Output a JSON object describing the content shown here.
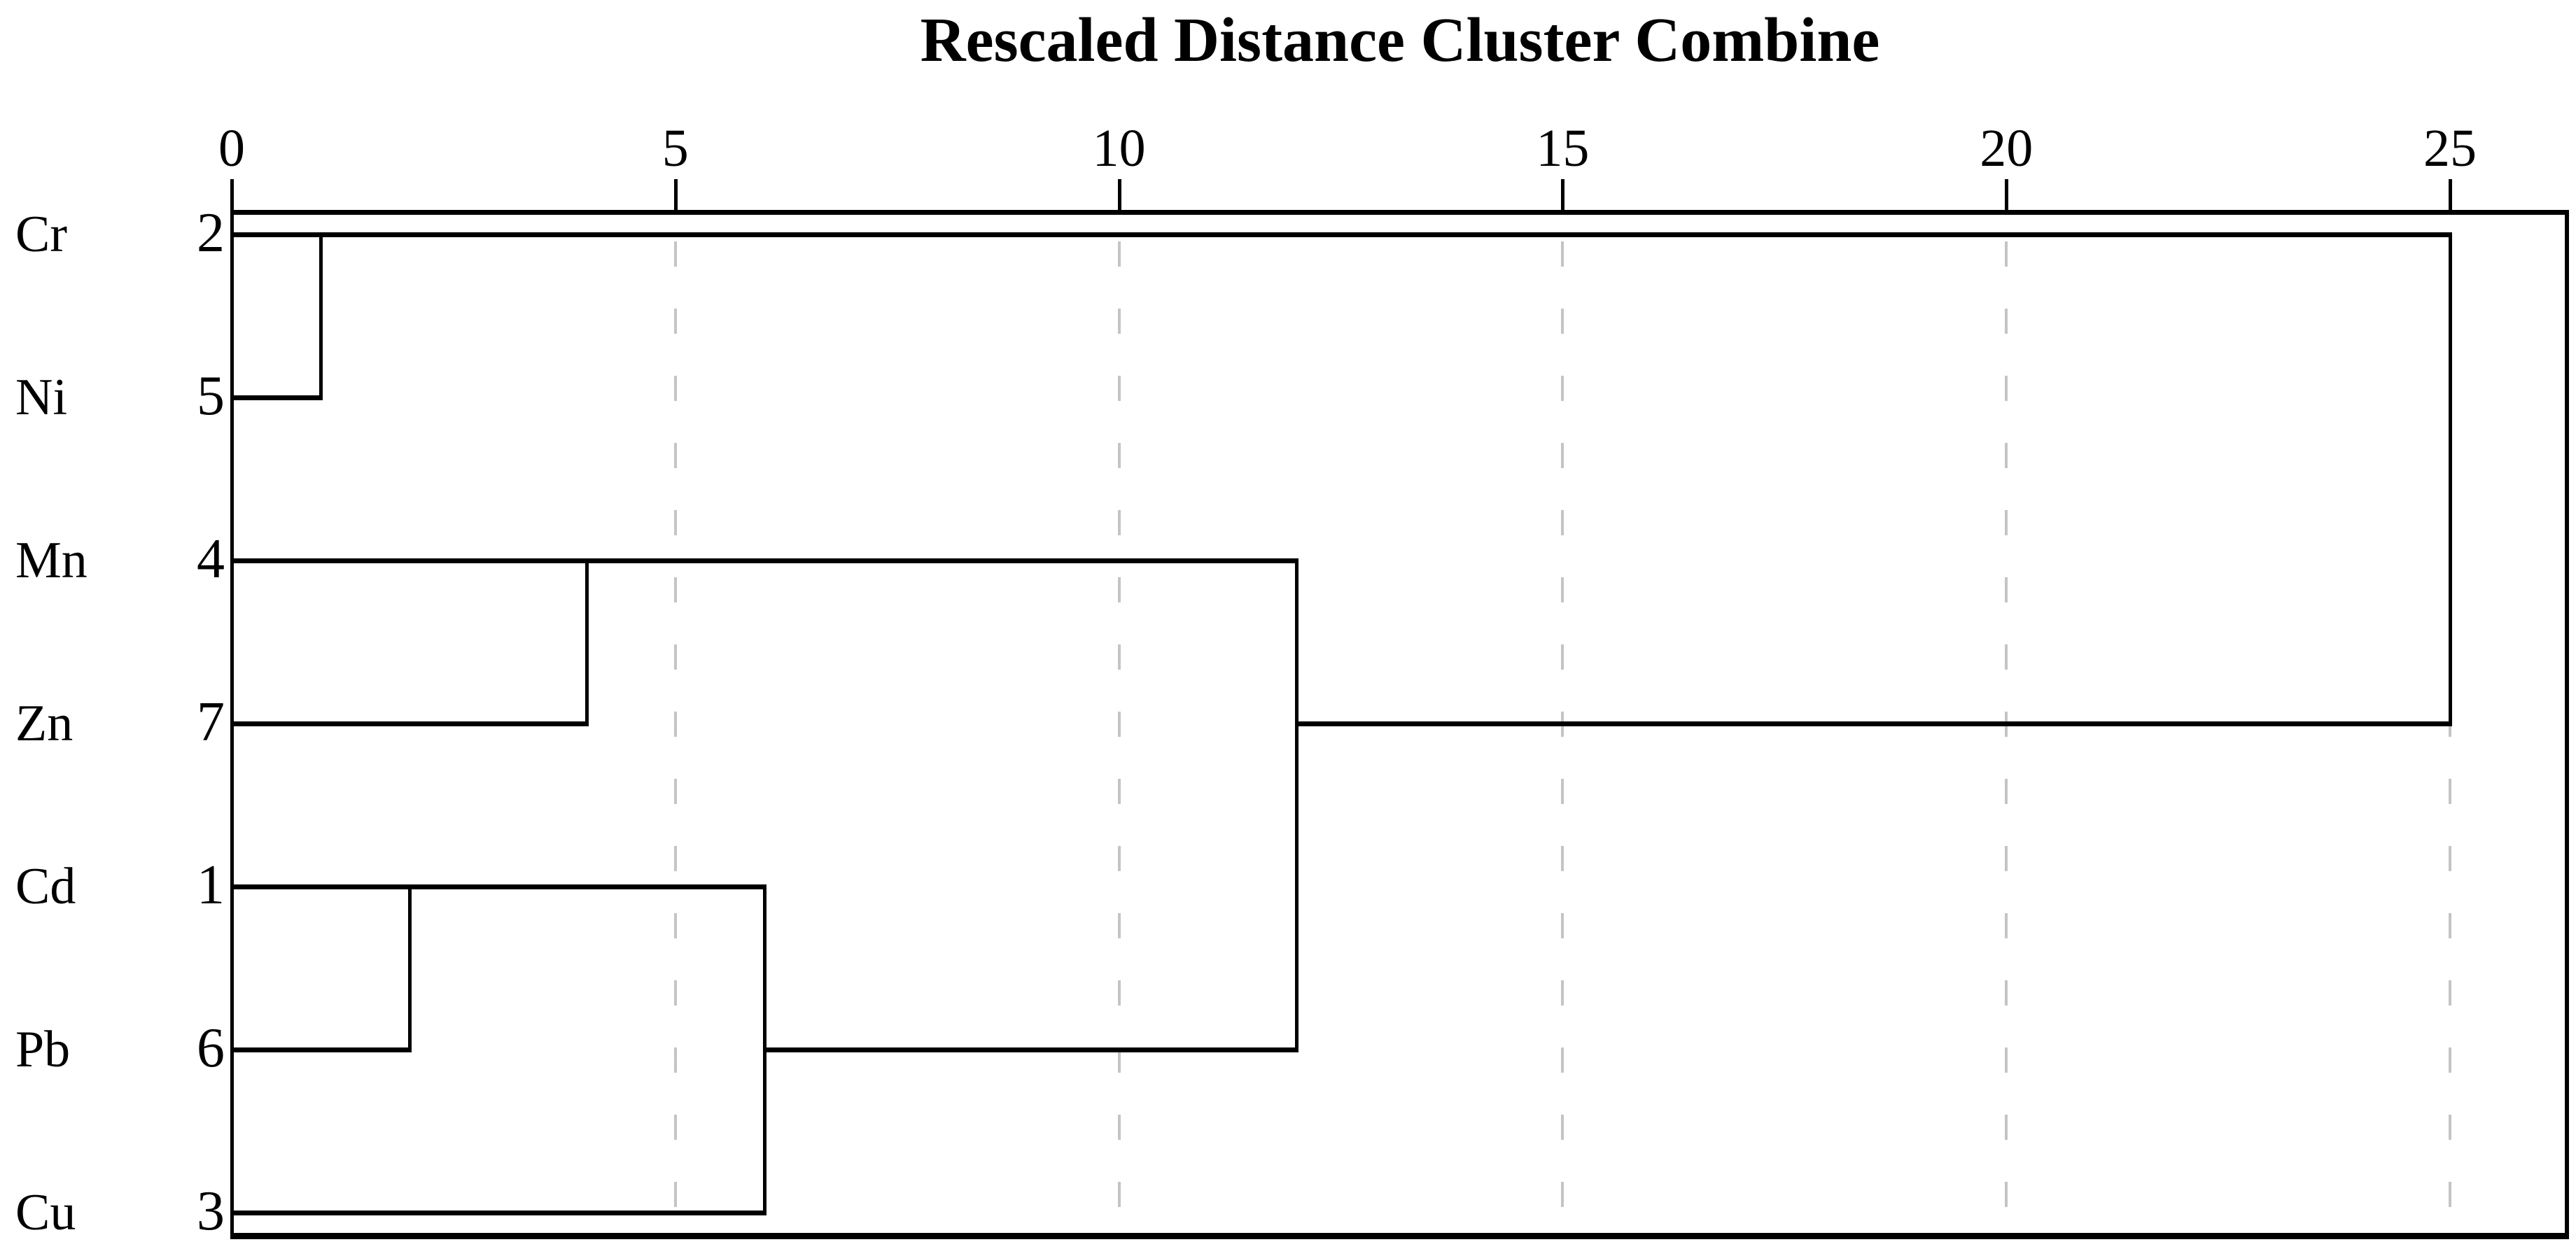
{
  "title": "Rescaled Distance Cluster Combine",
  "chart_data": {
    "type": "dendrogram",
    "title": "Rescaled Distance Cluster Combine",
    "orientation": "horizontal",
    "axis": {
      "position": "top",
      "range": [
        0,
        25
      ],
      "ticks": [
        0,
        5,
        10,
        15,
        20,
        25
      ],
      "tick_labels": [
        "0",
        "5",
        "10",
        "15",
        "20",
        "25"
      ],
      "gridlines": "dashed-vertical"
    },
    "leaves": [
      {
        "label": "Cr",
        "case": "2",
        "branch_length": 25
      },
      {
        "label": "Ni",
        "case": "5",
        "branch_length": 1
      },
      {
        "label": "Mn",
        "case": "4",
        "branch_length": 12
      },
      {
        "label": "Zn",
        "case": "7",
        "branch_length": 4
      },
      {
        "label": "Cd",
        "case": "1",
        "branch_length": 6
      },
      {
        "label": "Pb",
        "case": "6",
        "branch_length": 2
      },
      {
        "label": "Cu",
        "case": "3",
        "branch_length": 6
      }
    ],
    "merges": [
      {
        "joins": [
          "Cr",
          "Ni"
        ],
        "distance": 1,
        "span_rows": [
          0,
          1
        ]
      },
      {
        "joins": [
          "Cd",
          "Pb"
        ],
        "distance": 2,
        "span_rows": [
          4,
          5
        ]
      },
      {
        "joins": [
          "Mn",
          "Zn"
        ],
        "distance": 4,
        "span_rows": [
          2,
          3
        ]
      },
      {
        "joins": [
          "Cd+Pb",
          "Cu"
        ],
        "distance": 6,
        "span_rows": [
          4,
          6
        ],
        "out_row": 5,
        "out_to_distance": 12
      },
      {
        "joins": [
          "Mn+Zn",
          "Cd+Pb+Cu"
        ],
        "distance": 12,
        "span_rows": [
          2,
          5
        ],
        "out_row": 3,
        "out_to_distance": 25
      },
      {
        "joins": [
          "Cr+Ni",
          "Mn+Zn+Cd+Pb+Cu"
        ],
        "distance": 25,
        "span_rows": [
          0,
          3
        ]
      }
    ],
    "colors": {
      "line": "#000000",
      "gridline": "#c4c4c4",
      "text": "#000000",
      "background": "#ffffff"
    }
  }
}
